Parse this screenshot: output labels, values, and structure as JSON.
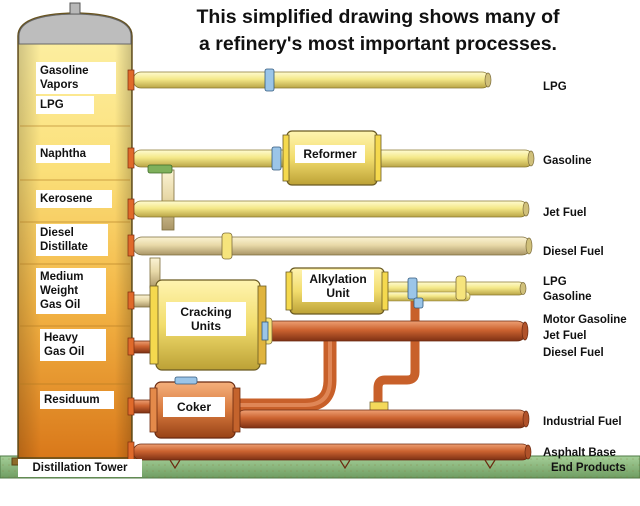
{
  "title": {
    "line1": "This simplified drawing shows many of",
    "line2": "a refinery's most important processes."
  },
  "tower": {
    "label": "Distillation Tower",
    "fractions": [
      "Gasoline Vapors",
      "LPG",
      "Naphtha",
      "Kerosene",
      "Diesel Distillate",
      "Medium Weight Gas Oil",
      "Heavy Gas Oil",
      "Residuum"
    ]
  },
  "units": {
    "reformer": "Reformer",
    "alkylation": "Alkylation Unit",
    "cracking": "Cracking Units",
    "coker": "Coker"
  },
  "products": {
    "lpg": "LPG",
    "gasoline": "Gasoline",
    "jet_fuel": "Jet Fuel",
    "diesel_fuel": "Diesel Fuel",
    "alky_lpg": "LPG",
    "alky_gasoline": "Gasoline",
    "cracked_motor_gasoline": "Motor Gasoline",
    "cracked_jet_fuel": "Jet Fuel",
    "cracked_diesel_fuel": "Diesel Fuel",
    "industrial_fuel": "Industrial Fuel",
    "asphalt_base": "Asphalt Base",
    "end_products": "End Products"
  },
  "colors": {
    "tower_top": "#fde98a",
    "tower_bottom": "#e0891c",
    "light_pipe": "#f6ec8c",
    "mid_pipe": "#e9dcae",
    "heavy_pipe": "#c8602a",
    "ground": "#8fbf83"
  }
}
